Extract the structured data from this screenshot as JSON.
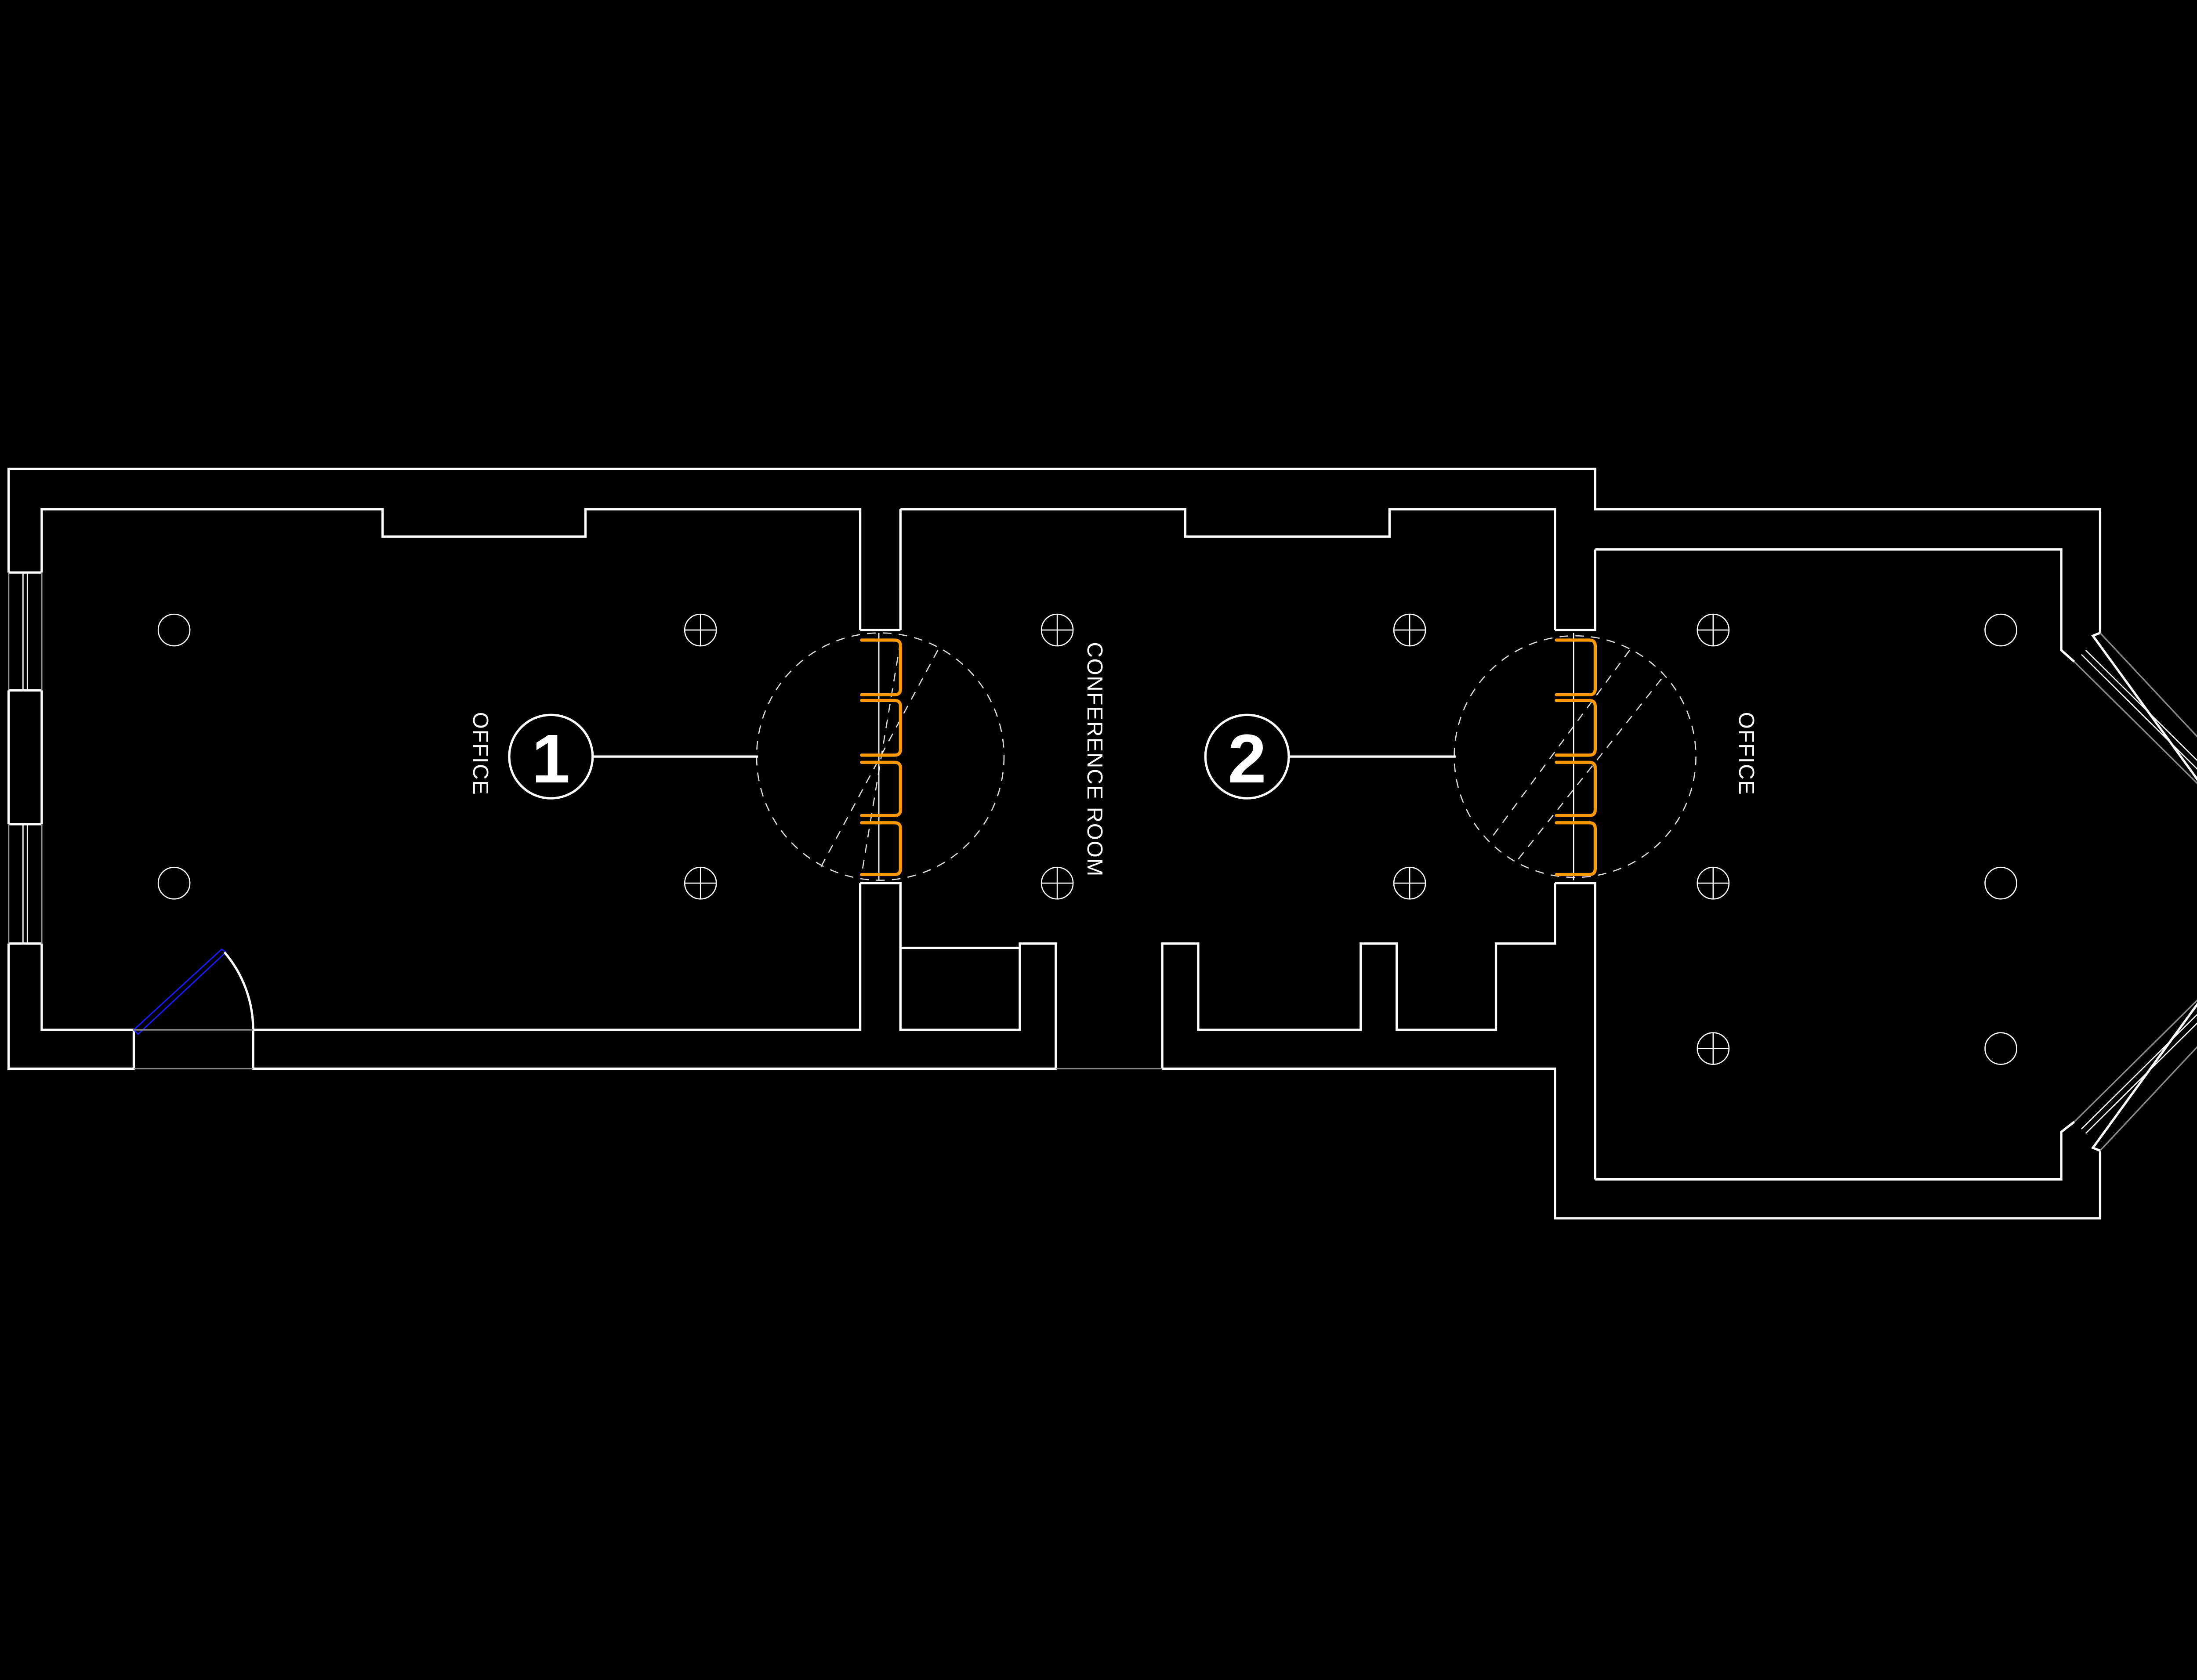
{
  "rooms": [
    {
      "label": "OFFICE"
    },
    {
      "label": "CONFERENCE ROOM"
    },
    {
      "label": "OFFICE"
    }
  ],
  "tags": [
    {
      "number": "1"
    },
    {
      "number": "2"
    }
  ],
  "colors": {
    "background": "#000000",
    "walls": "#ffffff",
    "doors": "#ff9900",
    "entry_door": "#1a1aff"
  }
}
